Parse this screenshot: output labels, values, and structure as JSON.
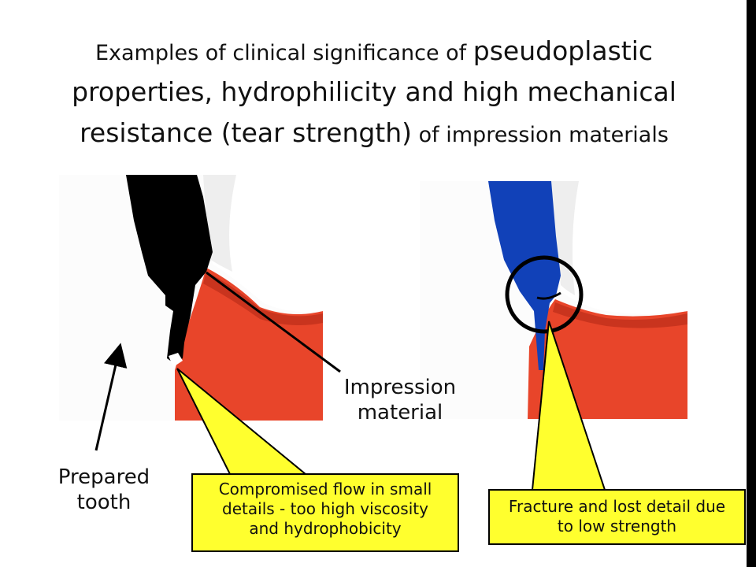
{
  "slide": {
    "title": {
      "part1": "Examples of clinical significance of ",
      "part2": "pseudoplastic properties, hydrophilicity and high mechanical resistance (tear strength)",
      "part3": " of ",
      "part4": "impression materials"
    },
    "labels": {
      "impression_material_line1": "Impression",
      "impression_material_line2": "material",
      "prepared_tooth_line1": "Prepared",
      "prepared_tooth_line2": "tooth"
    },
    "callouts": {
      "left_line1": "Compromised flow in small",
      "left_line2": "details  - too high viscosity",
      "left_line3": "and hydrophobicity",
      "right_line1": "Fracture and lost detail due",
      "right_line2": "to low strength"
    }
  },
  "colors": {
    "gum": "#e8452a",
    "tooth": "#ffffff",
    "left_material": "#000000",
    "right_material": "#1141b8",
    "callout_fill": "#ffff2e"
  }
}
